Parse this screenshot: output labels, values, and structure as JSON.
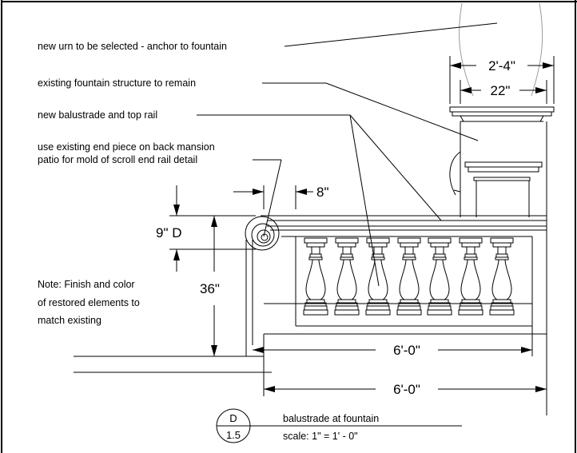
{
  "notes": {
    "urn": "new urn to be selected - anchor to fountain",
    "fountain": "existing fountain structure to remain",
    "balustrade": "new balustrade and top rail",
    "end_piece_1": "use existing end piece on back mansion",
    "end_piece_2": "patio for mold of scroll end rail detail",
    "finish_1": "Note: Finish and color",
    "finish_2": "of restored elements to",
    "finish_3": "match existing"
  },
  "dimensions": {
    "urn_outer": "2'-4\"",
    "urn_inner": "22\"",
    "scroll_offset": "8\"",
    "scroll_depth": "9\" D",
    "rail_height": "36\"",
    "span_inner": "6'-0\"",
    "span_outer": "6'-0\""
  },
  "title_block": {
    "detail_letter": "D",
    "sheet_number": "1.5",
    "title": "balustrade at fountain",
    "scale": "scale: 1\" = 1' - 0\""
  }
}
